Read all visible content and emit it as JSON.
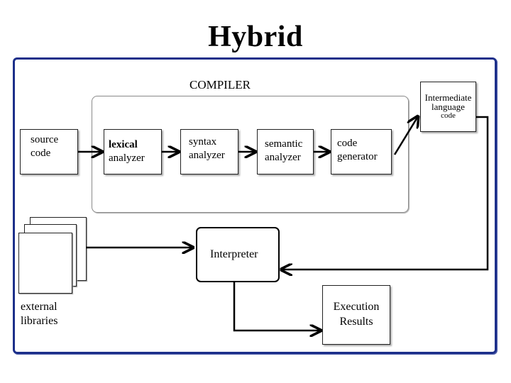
{
  "title": "Hybrid",
  "compiler": {
    "label": "COMPILER"
  },
  "boxes": {
    "source_code": [
      "source",
      "code"
    ],
    "lexical_analyzer": [
      "lexical",
      "analyzer"
    ],
    "syntax_analyzer": [
      "syntax",
      "analyzer"
    ],
    "semantic_analyzer": [
      "semantic",
      "analyzer"
    ],
    "code_generator": [
      "code",
      "generator"
    ],
    "intermediate_code": [
      "Intermediate",
      "language",
      "code"
    ],
    "interpreter": "Interpreter",
    "execution_results": [
      "Execution",
      "Results"
    ],
    "external_libraries": [
      "external",
      "libraries"
    ]
  },
  "colors": {
    "frame": "#1c2f8a",
    "line": "#000000"
  }
}
